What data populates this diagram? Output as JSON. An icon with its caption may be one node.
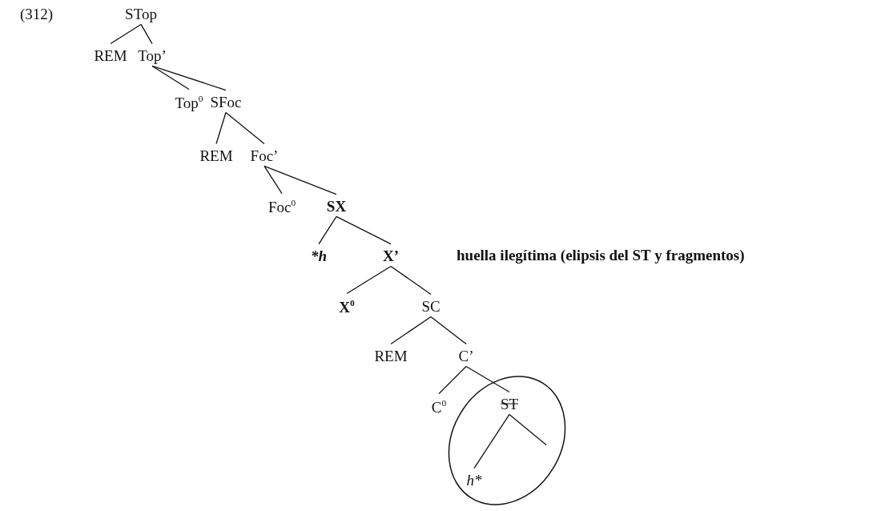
{
  "diagram": {
    "nodes": [
      {
        "text": [
          "STop"
        ]
      },
      {
        "text": [
          "REM"
        ]
      },
      {
        "text": [
          "Top’"
        ]
      },
      {
        "text": [
          "Top$^{0}$"
        ]
      },
      {
        "text": [
          "SFoc"
        ]
      },
      {
        "text": [
          "REM"
        ]
      },
      {
        "text": [
          "Foc’"
        ]
      },
      {
        "text": [
          "Foc$^{0}$"
        ]
      },
      {
        "text": [
          "SX"
        ]
      },
      {
        "text": [
          "*h"
        ]
      },
      {
        "text": [
          "X’"
        ]
      },
      {
        "text": [
          "X$^{0}$"
        ]
      },
      {
        "text": [
          "SC"
        ]
      },
      {
        "text": [
          "REM"
        ]
      },
      {
        "text": [
          "C’"
        ]
      },
      {
        "text": [
          "C$^{0}$"
        ]
      },
      {
        "text": [],
        "shape": "ellipse"
      },
      {
        "text": [
          "ST"
        ],
        "in": 16
      },
      {
        "text": [
          "h*"
        ],
        "in": 16
      }
    ],
    "edges": [
      {
        "from": 0,
        "to": 1,
        "arrow": "none"
      },
      {
        "from": 0,
        "to": 2,
        "arrow": "none"
      },
      {
        "from": 2,
        "to": 3,
        "arrow": "none"
      },
      {
        "from": 2,
        "to": 4,
        "arrow": "none"
      },
      {
        "from": 4,
        "to": 5,
        "arrow": "none"
      },
      {
        "from": 4,
        "to": 6,
        "arrow": "none"
      },
      {
        "from": 6,
        "to": 7,
        "arrow": "none"
      },
      {
        "from": 6,
        "to": 8,
        "arrow": "none"
      },
      {
        "from": 8,
        "to": 9,
        "arrow": "none"
      },
      {
        "from": 8,
        "to": 10,
        "arrow": "none"
      },
      {
        "from": 10,
        "to": 11,
        "arrow": "none"
      },
      {
        "from": 10,
        "to": 12,
        "arrow": "none"
      },
      {
        "from": 12,
        "to": 13,
        "arrow": "none"
      },
      {
        "from": 12,
        "to": 14,
        "arrow": "none"
      },
      {
        "from": 14,
        "to": 15,
        "arrow": "none"
      },
      {
        "from": 14,
        "to": 17,
        "arrow": "none"
      },
      {
        "from": 17,
        "to": 18,
        "arrow": "none"
      },
      {
        "from": 17,
        "to": null,
        "arrow": "none"
      }
    ],
    "labels": [
      "(312)",
      "huella ilegítima (elipsis del ST y fragmentos)"
    ]
  }
}
